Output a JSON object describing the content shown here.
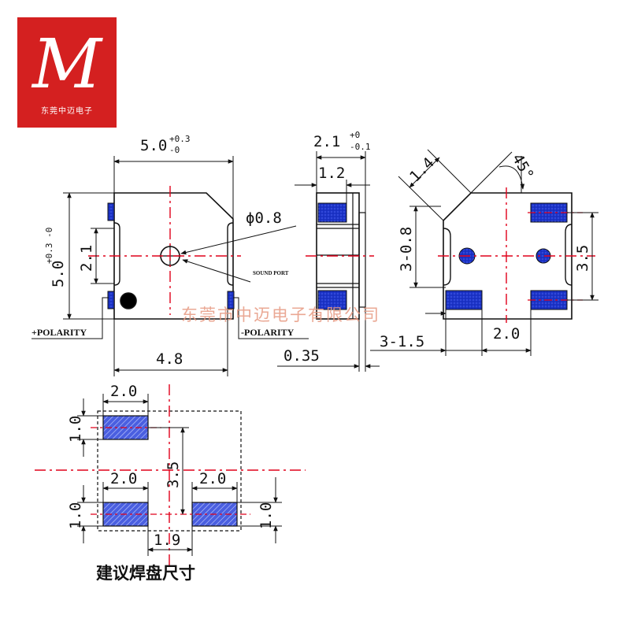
{
  "logo": {
    "letter": "M",
    "name": "东莞中迈电子"
  },
  "watermark": "东莞市中迈电子有限公司",
  "front_view": {
    "width_dim": "5.0",
    "width_tol_plus": "+0.3",
    "width_tol_minus": "-0",
    "height_dim": "5.0",
    "height_tol": "+0.3 -0",
    "inner_height_dim": "2.1",
    "hole_dim": "ϕ0.8",
    "sound_port_label": "SOUND PORT",
    "pos_polarity_label": "+POLARITY",
    "neg_polarity_label": "-POLARITY",
    "bottom_width_dim": "4.8"
  },
  "side_view": {
    "thickness_dim": "2.1",
    "thickness_tol_plus": "+0",
    "thickness_tol_minus": "-0.1",
    "pad_dim": "1.2",
    "offset_dim": "0.35"
  },
  "back_view": {
    "chamfer_dim": "1.4",
    "angle_dim": "45°",
    "left_height_dim": "3-0.8",
    "pad_spacing_dim": "3.5",
    "pad_width_dim": "3-1.5",
    "pad_gap_dim": "2.0"
  },
  "pad_layout": {
    "top_pad_width": "2.0",
    "top_pad_height": "1.0",
    "vertical_spacing": "3.5",
    "bottom_left_width": "2.0",
    "bottom_right_width": "2.0",
    "bottom_pad_height_left": "1.0",
    "bottom_pad_height_right": "1.0",
    "pad_gap": "1.9",
    "caption": "建议焊盘尺寸"
  },
  "colors": {
    "logo_bg": "#d42020",
    "pad_fill": "#1c34c8",
    "centerline": "#e0001a",
    "watermark": "#e79a82",
    "land_fill": "#3a4fd8"
  }
}
